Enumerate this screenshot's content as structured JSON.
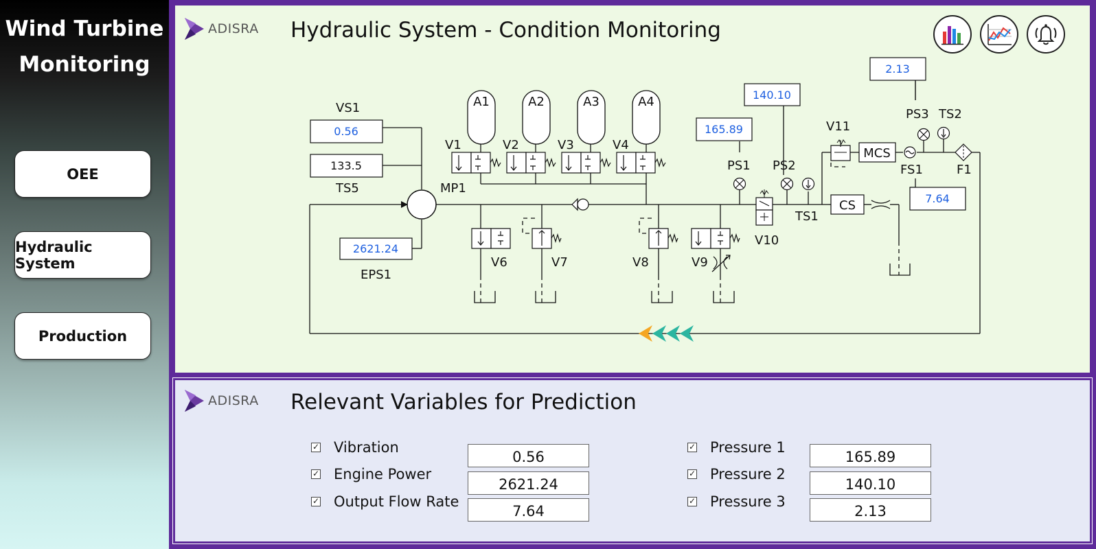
{
  "sidebar": {
    "title_line1": "Wind Turbine",
    "title_line2": "Monitoring",
    "nav": [
      {
        "label": "OEE"
      },
      {
        "label": "Hydraulic System"
      },
      {
        "label": "Production"
      }
    ]
  },
  "logo_text": "ADISRA",
  "top_panel": {
    "title": "Hydraulic System - Condition Monitoring",
    "toolbar_icons": [
      "bar-chart-icon",
      "trend-chart-icon",
      "alarm-bell-icon"
    ]
  },
  "diagram": {
    "vs1": {
      "label": "VS1",
      "value": "0.56"
    },
    "ts5": {
      "label": "TS5",
      "value": "133.5"
    },
    "eps1": {
      "label": "EPS1",
      "value": "2621.24"
    },
    "mp1": "MP1",
    "ps1": {
      "label": "PS1",
      "value": "165.89"
    },
    "ps2": {
      "label": "PS2",
      "value": "140.10"
    },
    "ps3": {
      "label": "PS3",
      "value": "2.13"
    },
    "fs1": {
      "label": "FS1",
      "value": "7.64"
    },
    "ts1": "TS1",
    "ts2": "TS2",
    "accumulators": [
      "A1",
      "A2",
      "A3",
      "A4"
    ],
    "valves_top": [
      "V1",
      "V2",
      "V3",
      "V4"
    ],
    "valves_bottom": [
      "V6",
      "V7",
      "V8",
      "V9"
    ],
    "v10": "V10",
    "v11": "V11",
    "mcs": "MCS",
    "cs": "CS",
    "f1": "F1",
    "flow_arrow_colors": [
      "#f5a623",
      "#2bb5a0",
      "#2bb5a0",
      "#2bb5a0"
    ]
  },
  "bottom_panel": {
    "title": "Relevant Variables for Prediction",
    "variables_left": [
      {
        "label": "Vibration",
        "value": "0.56",
        "checked": true
      },
      {
        "label": "Engine Power",
        "value": "2621.24",
        "checked": true
      },
      {
        "label": "Output Flow Rate",
        "value": "7.64",
        "checked": true
      }
    ],
    "variables_right": [
      {
        "label": "Pressure 1",
        "value": "165.89",
        "checked": true
      },
      {
        "label": "Pressure 2",
        "value": "140.10",
        "checked": true
      },
      {
        "label": "Pressure 3",
        "value": "2.13",
        "checked": true
      }
    ]
  },
  "colors": {
    "frame": "#5e2a9a",
    "top_panel_bg": "#eef9e4",
    "bottom_panel_bg": "#e6e9f6",
    "value_text": "#1d5fe0"
  }
}
